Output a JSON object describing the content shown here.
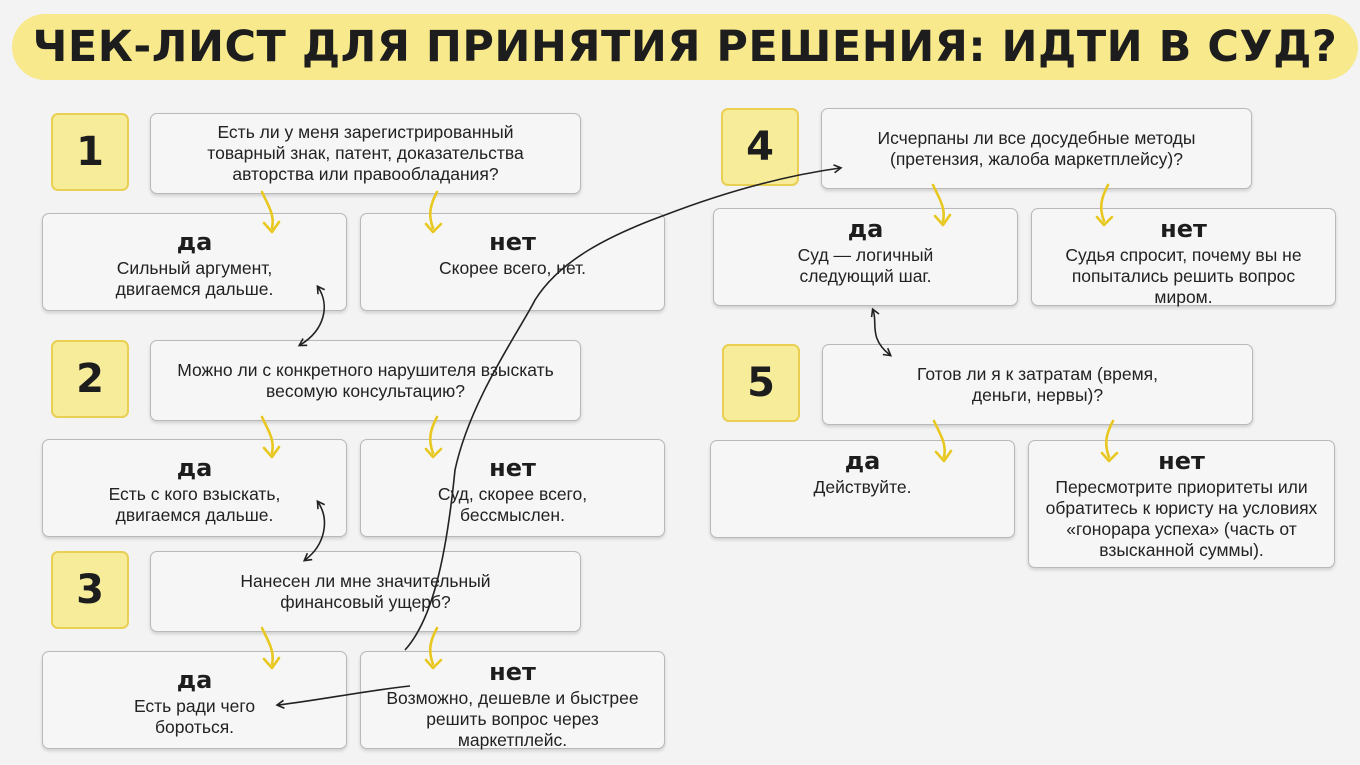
{
  "title": "ЧЕК-ЛИСТ ДЛЯ ПРИНЯТИЯ РЕШЕНИЯ: ИДТИ В СУД?",
  "steps": [
    {
      "number": "1",
      "question": "Есть ли у меня зарегистрированный товарный знак, патент, доказательства авторства или правообладания?",
      "yes": {
        "label": "да",
        "text": "Сильный аргумент, двигаемся дальше."
      },
      "no": {
        "label": "нет",
        "text": "Скорее всего, нет."
      }
    },
    {
      "number": "2",
      "question": "Можно ли с конкретного нарушителя взыскать весомую консультацию?",
      "yes": {
        "label": "да",
        "text": "Есть с кого взыскать, двигаемся дальше."
      },
      "no": {
        "label": "нет",
        "text": "Суд, скорее всего, бессмыслен."
      }
    },
    {
      "number": "3",
      "question": "Нанесен ли мне значительный финансовый ущерб?",
      "yes": {
        "label": "да",
        "text": "Есть ради чего бороться."
      },
      "no": {
        "label": "нет",
        "text": "Возможно, дешевле и быстрее решить вопрос через маркетплейс."
      }
    },
    {
      "number": "4",
      "question": "Исчерпаны ли все досудебные методы (претензия, жалоба маркетплейсу)?",
      "yes": {
        "label": "да",
        "text": "Суд — логичный следующий шаг."
      },
      "no": {
        "label": "нет",
        "text": "Судья спросит, почему вы не попытались решить вопрос миром."
      }
    },
    {
      "number": "5",
      "question": "Готов ли я к затратам (время, деньги, нервы)?",
      "yes": {
        "label": "да",
        "text": "Действуйте."
      },
      "no": {
        "label": "нет",
        "text": "Пересмотрите приоритеты или обратитесь к юристу на условиях «гонорара успеха» (часть от взысканной суммы)."
      }
    }
  ],
  "colors": {
    "accent_yellow": "#f7e98c",
    "arrow_yellow": "#e8c820",
    "box_bg": "#f6f6f6"
  }
}
